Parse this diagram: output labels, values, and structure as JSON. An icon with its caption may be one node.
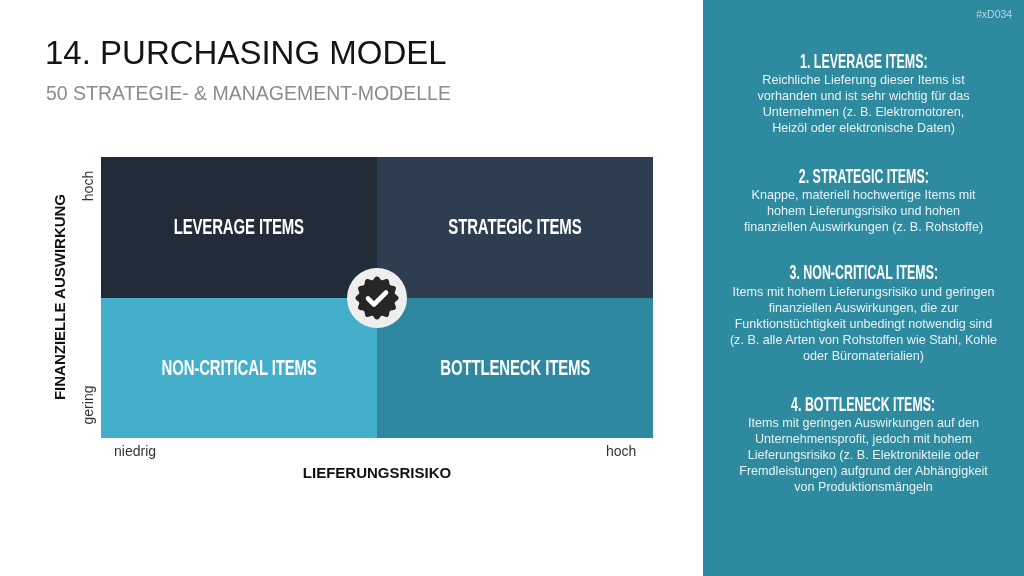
{
  "diagram": {
    "title": "14. PURCHASING MODEL",
    "nodes": [
      {
        "text": [
          "LEVERAGE ITEMS"
        ]
      },
      {
        "text": [
          "STRATEGIC ITEMS"
        ]
      },
      {
        "text": [
          "NON-CRITICAL ITEMS"
        ]
      },
      {
        "text": [
          "BOTTLENECK ITEMS"
        ]
      },
      {
        "text": [
          "1. LEVERAGE ITEMS:",
          "Reichliche Lieferung dieser Items ist vorhanden und ist sehr wichtig für das Unternehmen (z. B. Elektromotoren, Heizöl oder elektronische Daten)",
          "2. STRATEGIC ITEMS:",
          "Knappe, materiell hochwertige Items mit hohem Lieferungsrisiko und hohen finanziellen Auswirkungen (z. B. Rohstoffe)",
          "3. NON-CRITICAL ITEMS:",
          "Items mit hohem Lieferungsrisiko und geringen finanziellen Auswirkungen, die zur Funktionstüchtigkeit unbedingt notwendig sind (z. B. alle Arten von Rohstoffen wie Stahl, Kohle oder Büromaterialien)",
          "4. BOTTLENECK ITEMS:",
          "Items mit geringen Auswirkungen auf den Unternehmensprofit, jedoch mit hohem Lieferungsrisiko (z. B. Elektronikteile oder Fremdleistungen) aufgrund der Abhängigkeit von Produktionsmängeln"
        ]
      }
    ],
    "labels": [
      "50 STRATEGIE- & MANAGEMENT-MODELLE",
      "#xD034",
      "FINANZIELLE AUSWIRKUNG",
      "hoch",
      "gering",
      "niedrig",
      "hoch",
      "LIEFERUNGSRISIKO"
    ]
  }
}
